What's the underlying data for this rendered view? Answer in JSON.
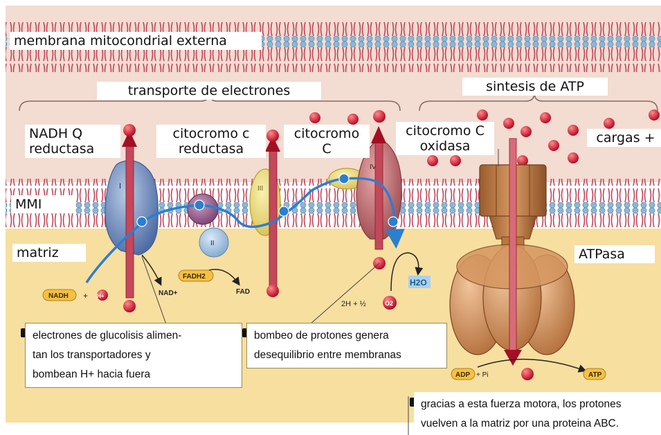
{
  "labels": {
    "outer_membrane": "membrana mitocondrial externa",
    "electron_transport": "transporte de electrones",
    "atp_synthesis": "sintesis de ATP",
    "nadh_q_reductase": "NADH Q\nreductasa",
    "cyt_c_reductase": "citocromo c\nreductasa",
    "cyt_c": "citocromo\nC",
    "cyt_c_oxidase": "citocromo C\noxidasa",
    "positive_charges": "cargas +",
    "mmi": "MMI",
    "matrix": "matriz",
    "atpase": "ATPasa"
  },
  "notes": [
    "electrones de glucolisis alimen-\ntan los transportadores y\nbombean H+  hacia fuera",
    "bombeo de protones genera\ndesequilibrio entre membranas",
    "gracias a esta fuerza motora, los protones\nvuelven a la matriz por una proteina ABC."
  ],
  "chem": {
    "nadh": "NADH",
    "plus": "+",
    "hplus": "H+",
    "nad": "NAD+",
    "fadh2": "FADH2",
    "fad": "FAD",
    "h2o": "H2O",
    "water_eq": "2H + ½",
    "o2": "O2",
    "adp": "ADP",
    "pi": "+ Pi",
    "atp": "ATP"
  },
  "complexes": {
    "c1": "I",
    "c2": "II",
    "c3": "III",
    "c4": "IV"
  },
  "colors": {
    "intermembrane": "#f3dcd2",
    "matrix": "#f7dfa0",
    "lipid_head": "#8fb7d4",
    "lipid_tail": "#c0455a",
    "proton": "#c8102e",
    "pump_arrow": "#a30f24",
    "electron_path": "#2a7fd0",
    "atpase": "#c98a55"
  }
}
